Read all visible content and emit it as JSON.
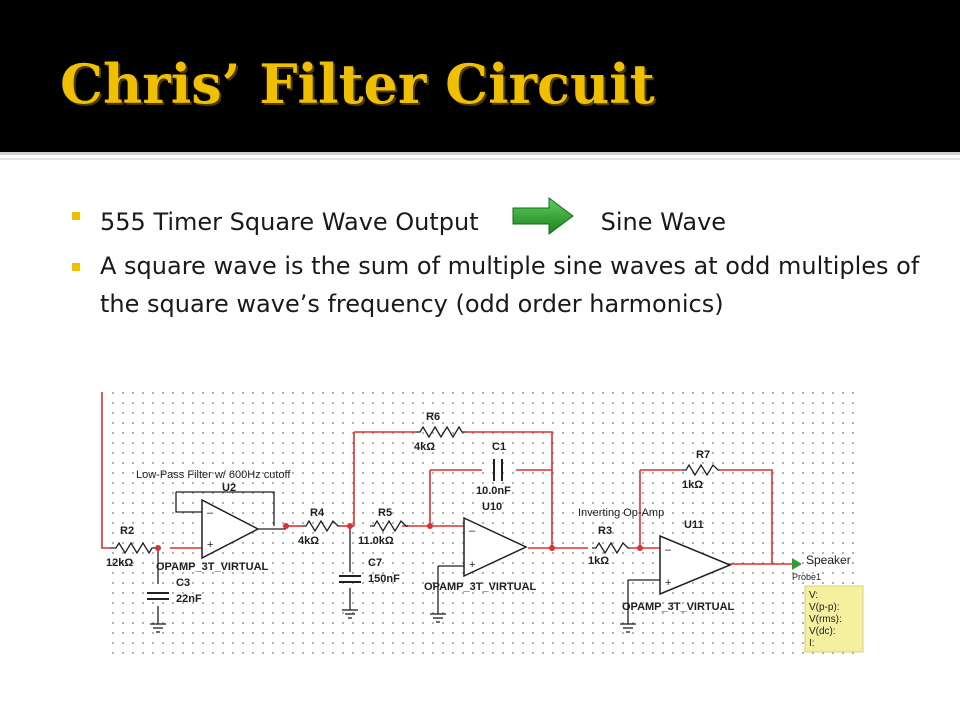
{
  "title": "Chris’ Filter Circuit",
  "bullets": {
    "b1_left": "555 Timer Square Wave Output",
    "b1_right": "Sine Wave",
    "b2": "A square wave is the sum of multiple sine waves at odd multiples of the square wave’s frequency (odd order harmonics)"
  },
  "colors": {
    "accent": "#f0c000",
    "arrow": "#2ea02e",
    "wire": "#e03030",
    "probe_bg": "#f5f0a0"
  },
  "icons": {
    "arrow": "right-arrow-icon"
  },
  "schematic": {
    "labels": {
      "lpf": "Low-Pass Filter w/ 600Hz cutoff",
      "inverting": "Inverting Op-Amp",
      "speaker": "Speaker",
      "probe": "Probe1"
    },
    "components": {
      "R2": {
        "name": "R2",
        "value": "12kΩ"
      },
      "R4": {
        "name": "R4",
        "value": "4kΩ"
      },
      "R5": {
        "name": "R5",
        "value": "11.0kΩ"
      },
      "R6": {
        "name": "R6",
        "value": "4kΩ"
      },
      "R7": {
        "name": "R7",
        "value": "1kΩ"
      },
      "R3": {
        "name": "R3",
        "value": "1kΩ"
      },
      "C1": {
        "name": "C1",
        "value": "10.0nF"
      },
      "C3": {
        "name": "C3",
        "value": "22nF"
      },
      "C7": {
        "name": "C7",
        "value": "150nF"
      },
      "U2": {
        "name": "U2",
        "model": "OPAMP_3T_VIRTUAL"
      },
      "U10": {
        "name": "U10",
        "model": "OPAMP_3T_VIRTUAL"
      },
      "U11": {
        "name": "U11",
        "model": "OPAMP_3T_VIRTUAL"
      }
    },
    "probe_readouts": [
      "V:",
      "V(p-p):",
      "V(rms):",
      "V(dc):",
      "I:"
    ]
  }
}
